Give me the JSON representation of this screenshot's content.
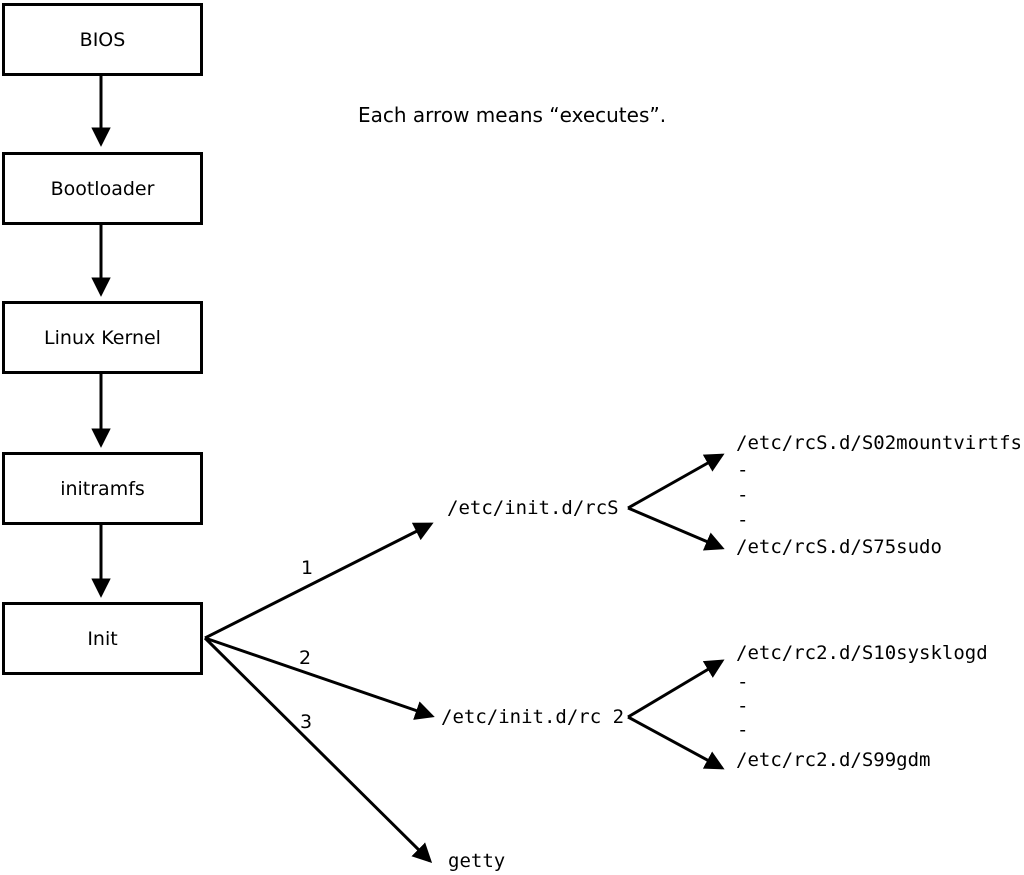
{
  "caption": "Each arrow means “executes”.",
  "boxes": [
    {
      "label": "BIOS"
    },
    {
      "label": "Bootloader"
    },
    {
      "label": "Linux Kernel"
    },
    {
      "label": "initramfs"
    },
    {
      "label": "Init"
    }
  ],
  "init_branches": [
    {
      "number": "1",
      "target": "/etc/init.d/rcS",
      "first_child": "/etc/rcS.d/S02mountvirtfs",
      "last_child": "/etc/rcS.d/S75sudo"
    },
    {
      "number": "2",
      "target": "/etc/init.d/rc 2",
      "first_child": "/etc/rc2.d/S10sysklogd",
      "last_child": "/etc/rc2.d/S99gdm"
    },
    {
      "number": "3",
      "target": "getty"
    }
  ],
  "ellipsis_dash": "-",
  "colors": {
    "line": "#000000",
    "background": "#ffffff",
    "box_fill": "#ffffff"
  }
}
